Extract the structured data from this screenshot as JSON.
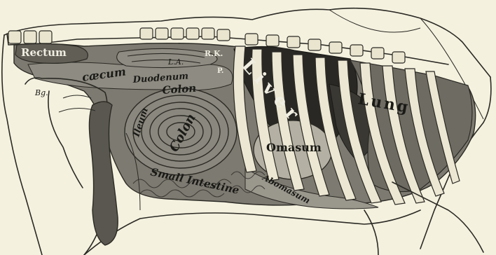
{
  "labels": {
    "rectum": "Rectum",
    "caecum": "cæcum",
    "bg": "Bg.",
    "la": "L.A.",
    "rk": "R.K.",
    "p": "P.",
    "duodenum": "Duodenum",
    "colon_upper": "Colon",
    "ileum": "Ileum",
    "colon_coil": "Colon",
    "small_intestine": "Small Intestine",
    "liver": "Liver",
    "lung": "Lung",
    "omasum": "Omasum",
    "abomasum": "Abomasum"
  }
}
